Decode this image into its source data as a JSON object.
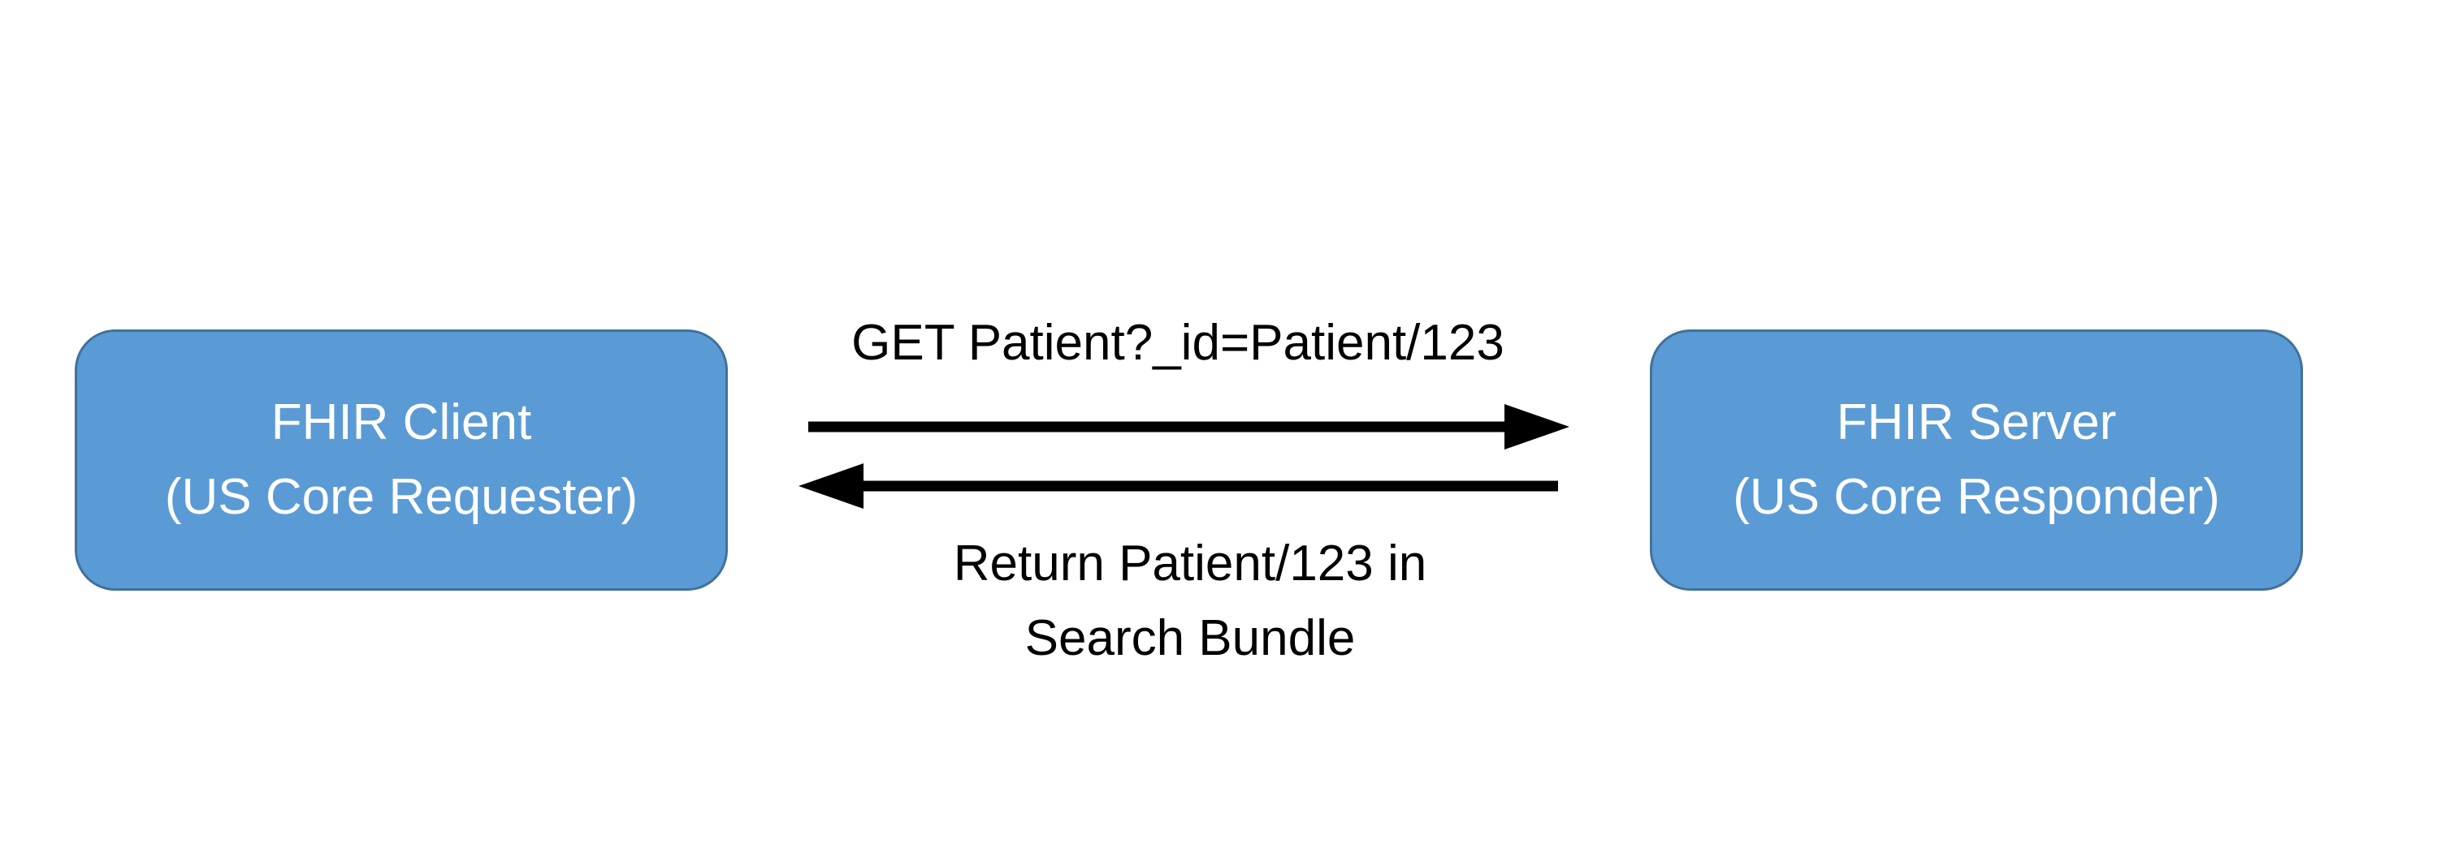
{
  "colors": {
    "node_fill": "#5b9bd5",
    "node_border": "#41719c",
    "node_text": "#ffffff",
    "arrow": "#000000",
    "label_text": "#000000"
  },
  "client": {
    "title": "FHIR Client",
    "subtitle": "(US Core Requester)"
  },
  "server": {
    "title": "FHIR Server",
    "subtitle": "(US Core Responder)"
  },
  "request": {
    "label": "GET Patient?_id=Patient/123"
  },
  "response": {
    "label_line1": "Return Patient/123 in",
    "label_line2": "Search Bundle"
  }
}
